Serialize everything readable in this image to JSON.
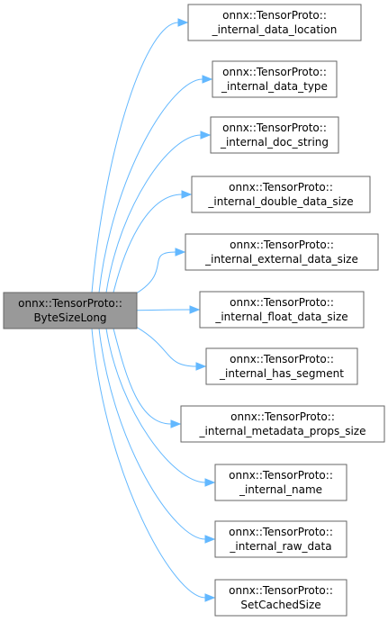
{
  "root": {
    "line1": "onnx::TensorProto::",
    "line2": "ByteSizeLong"
  },
  "callees": [
    {
      "line1": "onnx::TensorProto::",
      "line2": "_internal_data_location"
    },
    {
      "line1": "onnx::TensorProto::",
      "line2": "_internal_data_type"
    },
    {
      "line1": "onnx::TensorProto::",
      "line2": "_internal_doc_string"
    },
    {
      "line1": "onnx::TensorProto::",
      "line2": "_internal_double_data_size"
    },
    {
      "line1": "onnx::TensorProto::",
      "line2": "_internal_external_data_size"
    },
    {
      "line1": "onnx::TensorProto::",
      "line2": "_internal_float_data_size"
    },
    {
      "line1": "onnx::TensorProto::",
      "line2": "_internal_has_segment"
    },
    {
      "line1": "onnx::TensorProto::",
      "line2": "_internal_metadata_props_size"
    },
    {
      "line1": "onnx::TensorProto::",
      "line2": "_internal_name"
    },
    {
      "line1": "onnx::TensorProto::",
      "line2": "_internal_raw_data"
    },
    {
      "line1": "onnx::TensorProto::",
      "line2": "SetCachedSize"
    }
  ],
  "colors": {
    "edge": "#63b8ff",
    "root_fill": "#999999",
    "node_border": "#666666",
    "node_fill": "#ffffff"
  }
}
